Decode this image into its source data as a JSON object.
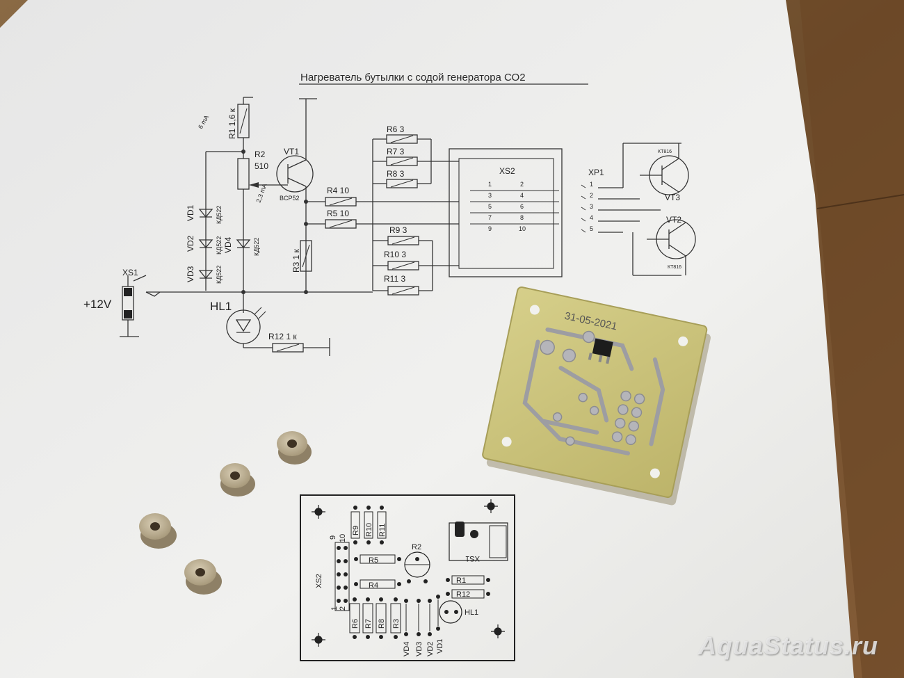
{
  "schematic": {
    "title": "Нагреватель бутылки  с содой генератора СО2",
    "annotations": {
      "current_top": "6 mA",
      "current_mid": "2,3 mA"
    },
    "components": {
      "r1": "R1  1,6 к",
      "r2": "R2",
      "r2_value": "510",
      "vt1": "VT1",
      "vt1_part": "BCP52",
      "r3": "R3  1 к",
      "r4": "R4  10",
      "r5": "R5  10",
      "r6": "R6  3",
      "r7": "R7  3",
      "r8": "R8  3",
      "r9": "R9  3",
      "r10": "R10  3",
      "r11": "R11  3",
      "r12": "R12  1 к",
      "vd1": "VD1",
      "vd2": "VD2",
      "vd3": "VD3",
      "vd4": "VD4",
      "diode_part": "КД522",
      "hl1": "HL1",
      "xs1": "XS1",
      "supply": "+12V",
      "xs2": "XS2",
      "xp1": "XP1",
      "vt2": "VT2",
      "vt3": "VT3",
      "transistor_part": "КТ816"
    },
    "xs2_pins": [
      "1",
      "2",
      "3",
      "4",
      "5",
      "6",
      "7",
      "8",
      "9",
      "10"
    ],
    "xp1_pins": [
      "1",
      "2",
      "3",
      "4",
      "5"
    ]
  },
  "board": {
    "date": "31-05-2021"
  },
  "pcb_layout": {
    "labels": {
      "r1": "R1",
      "r12": "R12",
      "r2": "R2",
      "r3": "R3",
      "r4": "R4",
      "r5": "R5",
      "r6": "R6",
      "r7": "R7",
      "r8": "R8",
      "r9": "R9",
      "r10": "R10",
      "r11": "R11",
      "hl1": "HL1",
      "xs1": "XS1",
      "xs2": "XS2",
      "vd1": "VD1",
      "vd2": "VD2",
      "vd3": "VD3",
      "vd4": "VD4",
      "pin_1": "1",
      "pin_2": "2",
      "pin_9": "9",
      "pin_10": "10"
    }
  },
  "watermark": "AquaStatus.ru",
  "colors": {
    "table": "#7a5836",
    "paper": "#eeeeec",
    "pcb": "#c9c27a",
    "solder": "#a8a8ac",
    "ink": "#222222"
  }
}
